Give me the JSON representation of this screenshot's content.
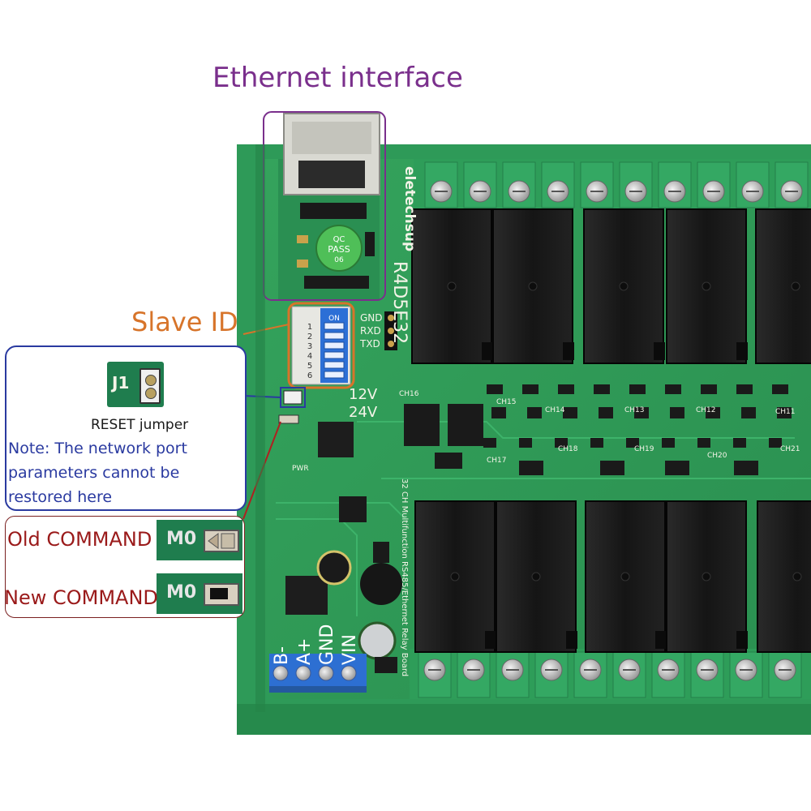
{
  "callouts": {
    "ethernet": {
      "title": "Ethernet interface",
      "color": "#7a2f8c"
    },
    "slave_id": {
      "title": "Slave ID",
      "color": "#d7742a"
    },
    "reset": {
      "jumper_label": "J1",
      "caption": "RESET jumper",
      "note": "Note: The network port parameters cannot be restored here",
      "color": "#2a3aa0"
    },
    "command": {
      "old_label": "Old COMMAND",
      "new_label": "New COMMAND",
      "pad_label": "M0",
      "color": "#9a1a1a"
    }
  },
  "board": {
    "brand": "eletechsup",
    "model": "R4D5E32",
    "description": "32 CH Multifunction RS485/Ethernet Relay Board",
    "voltage_labels": [
      "12V",
      "24V"
    ],
    "uart_pins": [
      "GND",
      "RXD",
      "TXD"
    ],
    "dip_switch": {
      "header": "ON",
      "numbers": [
        "1",
        "2",
        "3",
        "4",
        "5",
        "6"
      ]
    },
    "terminal_labels": [
      "B-",
      "A+",
      "GND",
      "VIN"
    ],
    "channel_labels": [
      "CH16",
      "CH15",
      "CH14",
      "CH13",
      "CH12",
      "CH11",
      "CH17",
      "CH18",
      "CH19",
      "CH20",
      "CH21"
    ],
    "qc_sticker": [
      "QC",
      "PASS",
      "06"
    ],
    "pwr_label": "PWR",
    "colors": {
      "pcb": "#2f9a55",
      "pcb_dark": "#1f7d4e",
      "relay": "#1b1b1b",
      "terminal": "#2e9d59"
    }
  }
}
